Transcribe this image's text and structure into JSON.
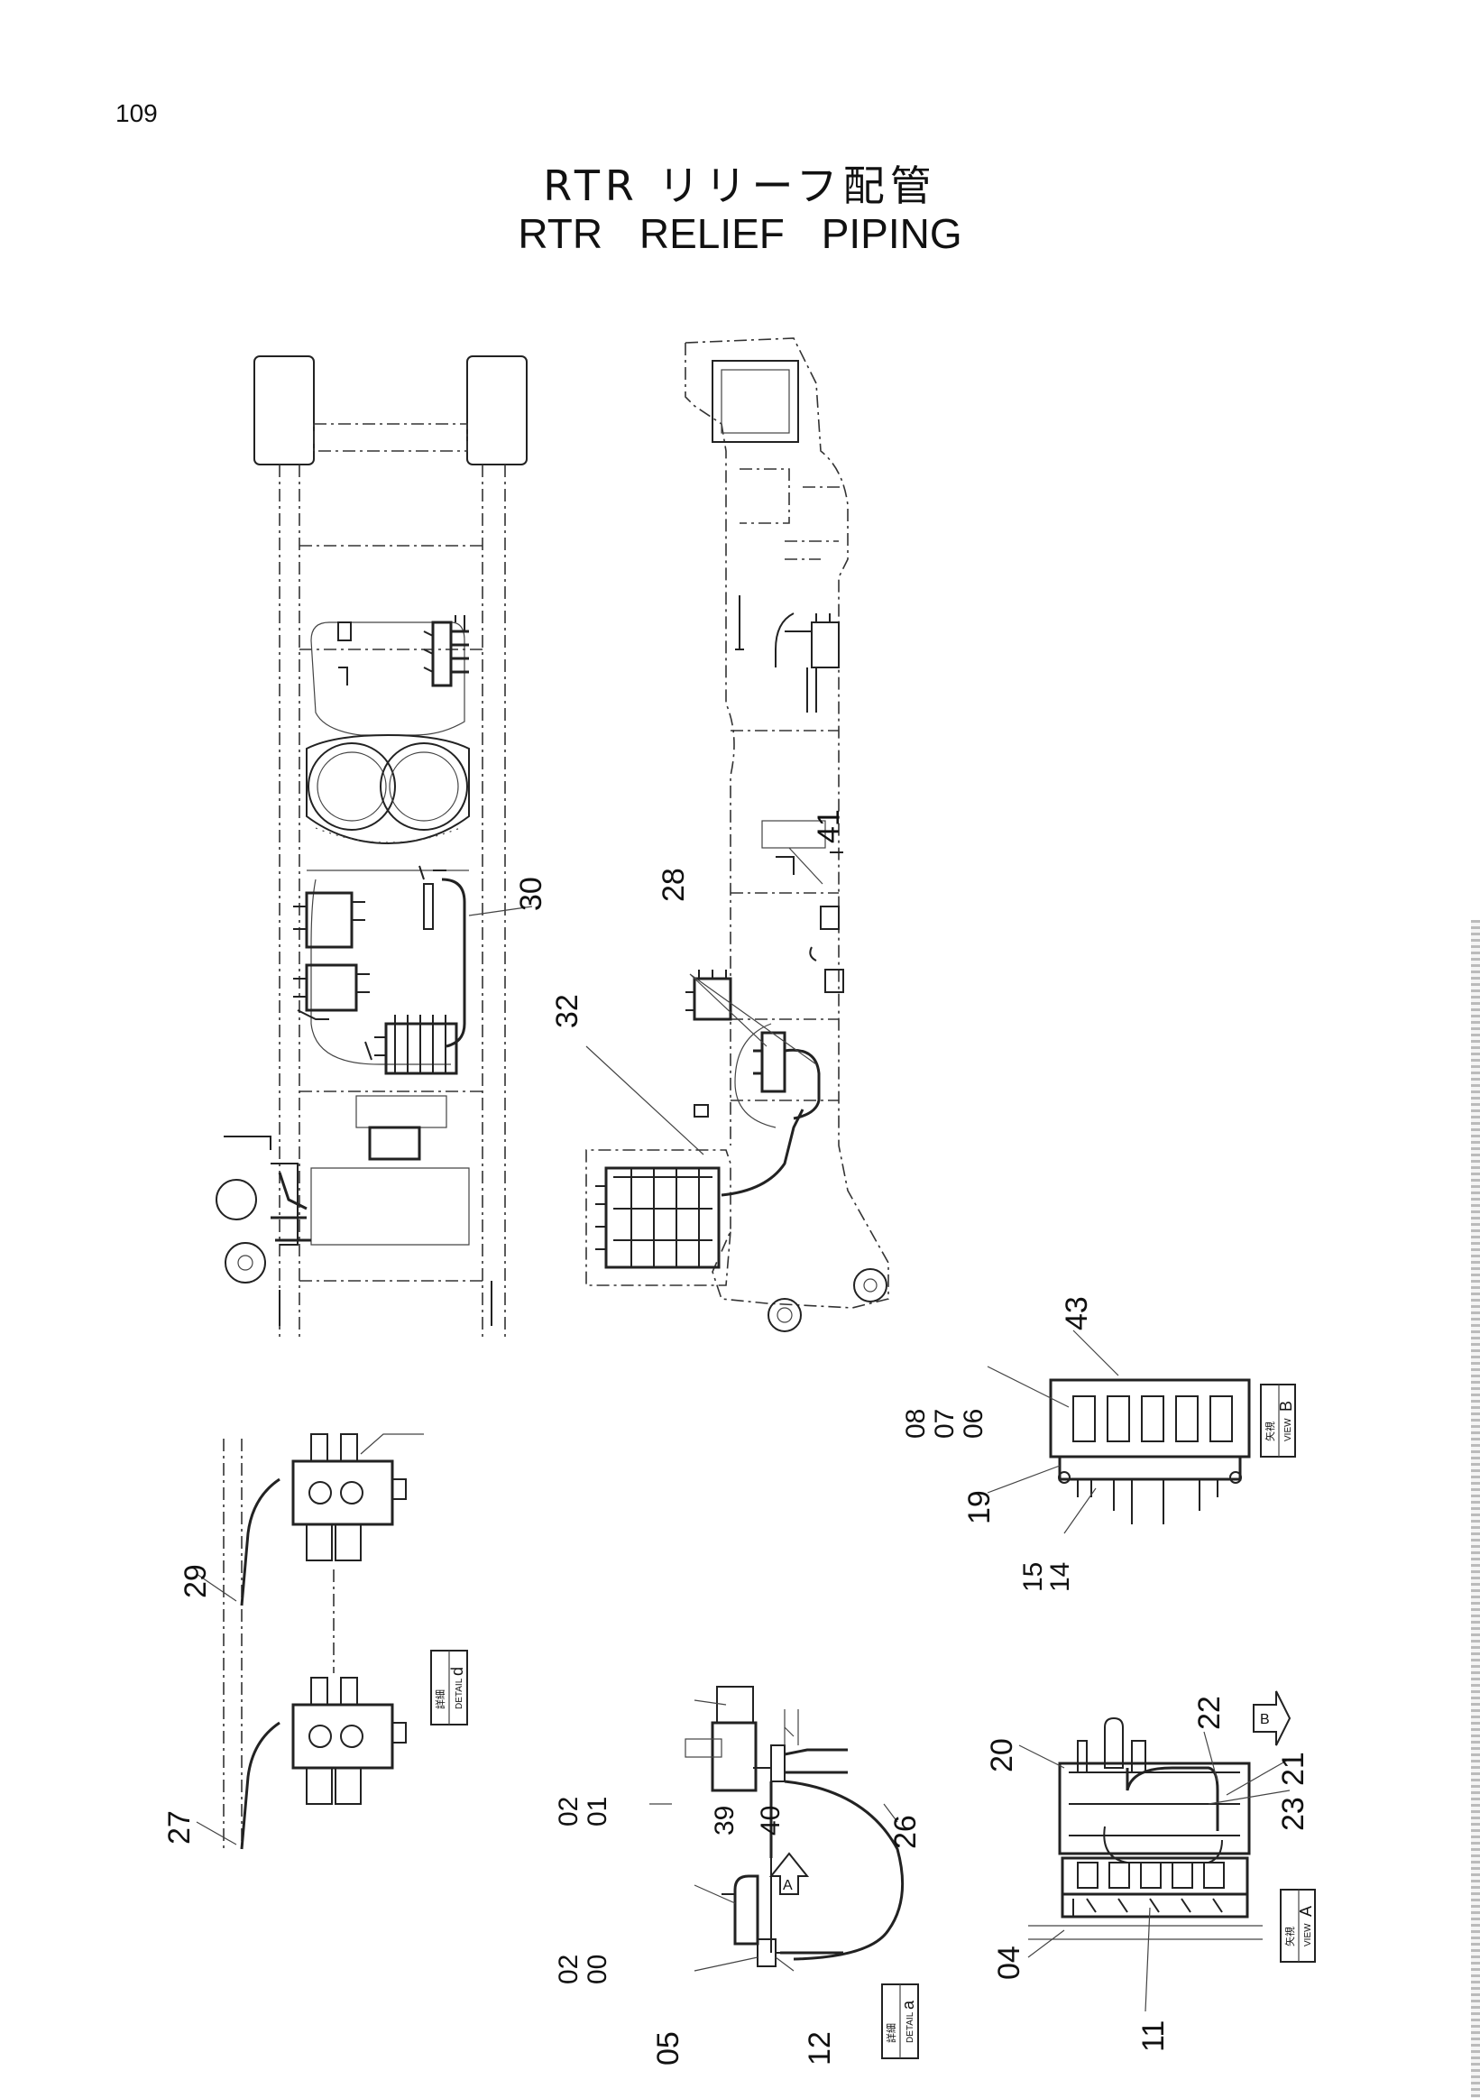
{
  "page": {
    "number": "109"
  },
  "title": {
    "jp": "RTR リリーフ配管",
    "en": "RTR RELIEF PIPING"
  },
  "callouts": {
    "c30": "30",
    "c28": "28",
    "c41": "41",
    "c32": "32",
    "c43": "43",
    "c08": "08",
    "c07": "07",
    "c06": "06",
    "c19": "19",
    "c15": "15",
    "c14": "14",
    "c29": "29",
    "c27": "27",
    "c02a": "02",
    "c01": "01",
    "c39": "39",
    "c40": "40",
    "c26": "26",
    "c02b": "02",
    "c00": "00",
    "c05": "05",
    "c12": "12",
    "c22": "22",
    "c20": "20",
    "c21": "21",
    "c23": "23",
    "c04": "04",
    "c11": "11"
  },
  "view_labels": {
    "detail_d": {
      "jp": "詳細",
      "en": "DETAIL",
      "letter": "d"
    },
    "detail_a": {
      "jp": "詳細",
      "en": "DETAIL",
      "letter": "a"
    },
    "view_b": {
      "jp": "矢視",
      "en": "VIEW",
      "letter": "B"
    },
    "view_a": {
      "jp": "矢視",
      "en": "VIEW",
      "letter": "A"
    }
  },
  "arrows": {
    "a": "A",
    "b": "B"
  }
}
